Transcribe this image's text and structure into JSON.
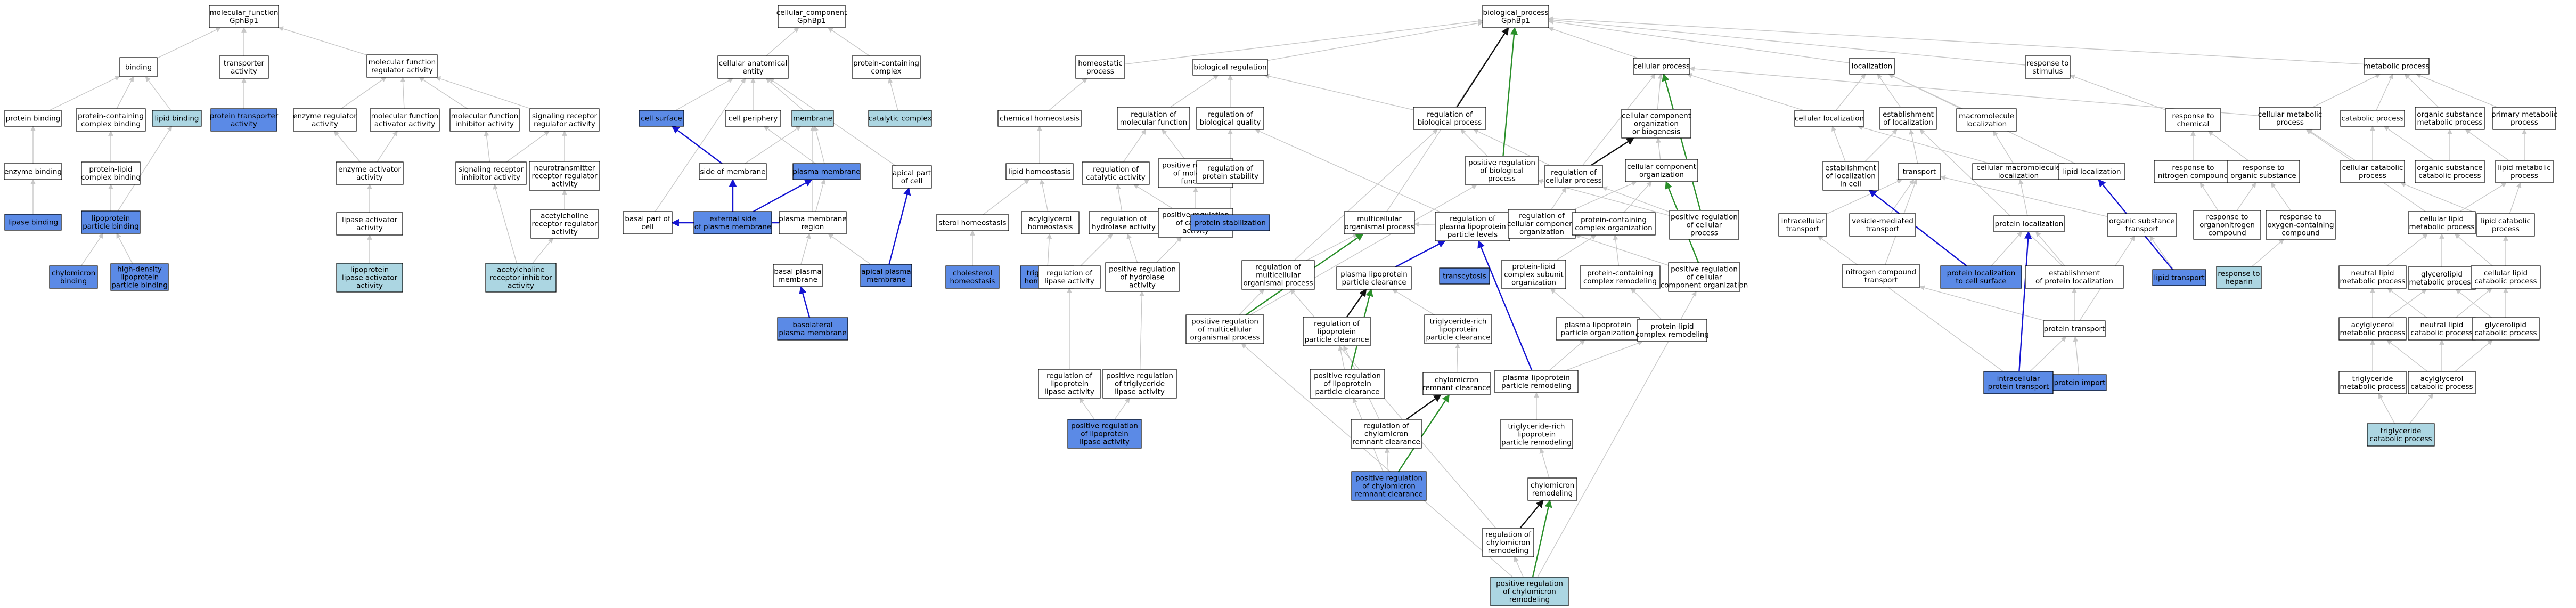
{
  "colors": {
    "plain": "#ffffff",
    "highlight_blue": "#5b8ae6",
    "highlight_cyan": "#acd6e2",
    "edge_grey": "#c8c8c8",
    "edge_green": "#2a8f2a",
    "edge_blue": "#1414d2",
    "edge_black": "#111111"
  },
  "nodes": [
    {
      "id": "mf",
      "label": [
        "molecular_function",
        "GphBp1"
      ],
      "style": "white"
    },
    {
      "id": "binding",
      "label": [
        "binding"
      ],
      "style": "white"
    },
    {
      "id": "transporter",
      "label": [
        "transporter",
        "activity"
      ],
      "style": "white"
    },
    {
      "id": "mfreg",
      "label": [
        "molecular function",
        "regulator activity"
      ],
      "style": "white"
    },
    {
      "id": "proteinbinding",
      "label": [
        "protein binding"
      ],
      "style": "white"
    },
    {
      "id": "pcbinding",
      "label": [
        "protein-containing",
        "complex binding"
      ],
      "style": "white"
    },
    {
      "id": "lipidbinding",
      "label": [
        "lipid binding"
      ],
      "style": "cyan"
    },
    {
      "id": "ptransporter",
      "label": [
        "protein transporter",
        "activity"
      ],
      "style": "blue"
    },
    {
      "id": "enzbinding",
      "label": [
        "enzyme binding"
      ],
      "style": "white"
    },
    {
      "id": "plcbinding",
      "label": [
        "protein-lipid",
        "complex binding"
      ],
      "style": "white"
    },
    {
      "id": "lipasebinding",
      "label": [
        "lipase binding"
      ],
      "style": "blue"
    },
    {
      "id": "lppbinding",
      "label": [
        "lipoprotein",
        "particle binding"
      ],
      "style": "blue"
    },
    {
      "id": "chylobinding",
      "label": [
        "chylomicron",
        "binding"
      ],
      "style": "blue"
    },
    {
      "id": "hdlbinding",
      "label": [
        "high-density",
        "lipoprotein",
        "particle binding"
      ],
      "style": "blue"
    },
    {
      "id": "enzreg",
      "label": [
        "enzyme regulator",
        "activity"
      ],
      "style": "white"
    },
    {
      "id": "mfact",
      "label": [
        "molecular function",
        "activator activity"
      ],
      "style": "white"
    },
    {
      "id": "mfinh",
      "label": [
        "molecular function",
        "inhibitor activity"
      ],
      "style": "white"
    },
    {
      "id": "sigrecreg",
      "label": [
        "signaling receptor",
        "regulator activity"
      ],
      "style": "white"
    },
    {
      "id": "enzact",
      "label": [
        "enzyme activator",
        "activity"
      ],
      "style": "white"
    },
    {
      "id": "sigrecinh",
      "label": [
        "signaling receptor",
        "inhibitor activity"
      ],
      "style": "white"
    },
    {
      "id": "neurorec",
      "label": [
        "neurotransmitter",
        "receptor regulator",
        "activity"
      ],
      "style": "white"
    },
    {
      "id": "lipaseact",
      "label": [
        "lipase activator",
        "activity"
      ],
      "style": "white"
    },
    {
      "id": "achreg",
      "label": [
        "acetylcholine",
        "receptor regulator",
        "activity"
      ],
      "style": "white"
    },
    {
      "id": "lpact",
      "label": [
        "lipoprotein",
        "lipase activator",
        "activity"
      ],
      "style": "cyan"
    },
    {
      "id": "achinh",
      "label": [
        "acetylcholine",
        "receptor inhibitor",
        "activity"
      ],
      "style": "cyan"
    },
    {
      "id": "cc",
      "label": [
        "cellular_component",
        "GphBp1"
      ],
      "style": "white"
    },
    {
      "id": "cae",
      "label": [
        "cellular anatomical",
        "entity"
      ],
      "style": "white"
    },
    {
      "id": "pccomplex",
      "label": [
        "protein-containing",
        "complex"
      ],
      "style": "white"
    },
    {
      "id": "cellsurface",
      "label": [
        "cell surface"
      ],
      "style": "blue"
    },
    {
      "id": "cellperiphery",
      "label": [
        "cell periphery"
      ],
      "style": "white"
    },
    {
      "id": "membrane",
      "label": [
        "membrane"
      ],
      "style": "cyan"
    },
    {
      "id": "catcomplex",
      "label": [
        "catalytic complex"
      ],
      "style": "cyan"
    },
    {
      "id": "sideofmem",
      "label": [
        "side of membrane"
      ],
      "style": "white"
    },
    {
      "id": "plasmamem",
      "label": [
        "plasma membrane"
      ],
      "style": "blue"
    },
    {
      "id": "apicalpart",
      "label": [
        "apical part",
        "of cell"
      ],
      "style": "white"
    },
    {
      "id": "basalpart",
      "label": [
        "basal part of",
        "cell"
      ],
      "style": "white"
    },
    {
      "id": "extside",
      "label": [
        "external side",
        "of plasma membrane"
      ],
      "style": "blue"
    },
    {
      "id": "pmregion",
      "label": [
        "plasma membrane",
        "region"
      ],
      "style": "white"
    },
    {
      "id": "basalpm",
      "label": [
        "basal plasma",
        "membrane"
      ],
      "style": "white"
    },
    {
      "id": "apicalpm",
      "label": [
        "apical plasma",
        "membrane"
      ],
      "style": "blue"
    },
    {
      "id": "basolatpm",
      "label": [
        "basolateral",
        "plasma membrane"
      ],
      "style": "blue"
    },
    {
      "id": "bp",
      "label": [
        "biological_process",
        "GphBp1"
      ],
      "style": "white"
    },
    {
      "id": "homeoproc",
      "label": [
        "homeostatic",
        "process"
      ],
      "style": "white"
    },
    {
      "id": "bioreg",
      "label": [
        "biological regulation"
      ],
      "style": "white"
    },
    {
      "id": "cellproc",
      "label": [
        "cellular process"
      ],
      "style": "white"
    },
    {
      "id": "localization",
      "label": [
        "localization"
      ],
      "style": "white"
    },
    {
      "id": "resstim",
      "label": [
        "response to",
        "stimulus"
      ],
      "style": "white"
    },
    {
      "id": "metproc",
      "label": [
        "metabolic process"
      ],
      "style": "white"
    },
    {
      "id": "chemhomeo",
      "label": [
        "chemical homeostasis"
      ],
      "style": "white"
    },
    {
      "id": "regmf",
      "label": [
        "regulation of",
        "molecular function"
      ],
      "style": "white"
    },
    {
      "id": "regbq",
      "label": [
        "regulation of",
        "biological quality"
      ],
      "style": "white"
    },
    {
      "id": "regbp",
      "label": [
        "regulation of",
        "biological process"
      ],
      "style": "white"
    },
    {
      "id": "ccorg",
      "label": [
        "cellular component",
        "organization",
        "or biogenesis"
      ],
      "style": "white"
    },
    {
      "id": "cellloc",
      "label": [
        "cellular localization"
      ],
      "style": "white"
    },
    {
      "id": "estloc",
      "label": [
        "establishment",
        "of localization"
      ],
      "style": "white"
    },
    {
      "id": "macroloc",
      "label": [
        "macromolecule",
        "localization"
      ],
      "style": "white"
    },
    {
      "id": "reschem",
      "label": [
        "response to",
        "chemical"
      ],
      "style": "white"
    },
    {
      "id": "cellmet",
      "label": [
        "cellular metabolic",
        "process"
      ],
      "style": "white"
    },
    {
      "id": "catproc",
      "label": [
        "catabolic process"
      ],
      "style": "white"
    },
    {
      "id": "orgsubmet",
      "label": [
        "organic substance",
        "metabolic process"
      ],
      "style": "white"
    },
    {
      "id": "primmet",
      "label": [
        "primary metabolic",
        "process"
      ],
      "style": "white"
    },
    {
      "id": "lipidhomeo",
      "label": [
        "lipid homeostasis"
      ],
      "style": "white"
    },
    {
      "id": "regcat",
      "label": [
        "regulation of",
        "catalytic activity"
      ],
      "style": "white"
    },
    {
      "id": "posregmf",
      "label": [
        "positive regulation",
        "of molecular",
        "function"
      ],
      "style": "white"
    },
    {
      "id": "regps",
      "label": [
        "regulation of",
        "protein stability"
      ],
      "style": "white"
    },
    {
      "id": "posregbp",
      "label": [
        "positive regulation",
        "of biological",
        "process"
      ],
      "style": "white"
    },
    {
      "id": "regcp",
      "label": [
        "regulation of",
        "cellular process"
      ],
      "style": "white"
    },
    {
      "id": "ccorgan",
      "label": [
        "cellular component",
        "organization"
      ],
      "style": "white"
    },
    {
      "id": "estloccell",
      "label": [
        "establishment",
        "of localization",
        "in cell"
      ],
      "style": "white"
    },
    {
      "id": "transport",
      "label": [
        "transport"
      ],
      "style": "white"
    },
    {
      "id": "cellmacroloc",
      "label": [
        "cellular macromolecule",
        "localization"
      ],
      "style": "white"
    },
    {
      "id": "lipidloc",
      "label": [
        "lipid localization"
      ],
      "style": "white"
    },
    {
      "id": "resnitro",
      "label": [
        "response to",
        "nitrogen compound"
      ],
      "style": "white"
    },
    {
      "id": "resorgsub",
      "label": [
        "response to",
        "organic substance"
      ],
      "style": "white"
    },
    {
      "id": "cellcat",
      "label": [
        "cellular catabolic",
        "process"
      ],
      "style": "white"
    },
    {
      "id": "orgsubcat",
      "label": [
        "organic substance",
        "catabolic process"
      ],
      "style": "white"
    },
    {
      "id": "lipidmet",
      "label": [
        "lipid metabolic",
        "process"
      ],
      "style": "white"
    },
    {
      "id": "sterolhomeo",
      "label": [
        "sterol homeostasis"
      ],
      "style": "white"
    },
    {
      "id": "acylglyhomeo",
      "label": [
        "acylglycerol",
        "homeostasis"
      ],
      "style": "white"
    },
    {
      "id": "reghydro",
      "label": [
        "regulation of",
        "hydrolase activity"
      ],
      "style": "white"
    },
    {
      "id": "posregcat",
      "label": [
        "positive regulation",
        "of catalytic",
        "activity"
      ],
      "style": "white"
    },
    {
      "id": "protstab",
      "label": [
        "protein stabilization"
      ],
      "style": "blue"
    },
    {
      "id": "multiorg",
      "label": [
        "multicellular",
        "organismal process"
      ],
      "style": "white"
    },
    {
      "id": "reglpplevels",
      "label": [
        "regulation of",
        "plasma lipoprotein",
        "particle levels"
      ],
      "style": "white"
    },
    {
      "id": "regccorg",
      "label": [
        "regulation of",
        "cellular component",
        "organization"
      ],
      "style": "white"
    },
    {
      "id": "pccorg",
      "label": [
        "protein-containing",
        "complex organization"
      ],
      "style": "white"
    },
    {
      "id": "posregcp",
      "label": [
        "positive regulation",
        "of cellular",
        "process"
      ],
      "style": "white"
    },
    {
      "id": "inttrans",
      "label": [
        "intracellular",
        "transport"
      ],
      "style": "white"
    },
    {
      "id": "vesicle",
      "label": [
        "vesicle-mediated",
        "transport"
      ],
      "style": "white"
    },
    {
      "id": "protloc",
      "label": [
        "protein localization"
      ],
      "style": "white"
    },
    {
      "id": "orgsubtrans",
      "label": [
        "organic substance",
        "transport"
      ],
      "style": "white"
    },
    {
      "id": "resorganonitro",
      "label": [
        "response to",
        "organonitrogen",
        "compound"
      ],
      "style": "white"
    },
    {
      "id": "resoxy",
      "label": [
        "response to",
        "oxygen-containing",
        "compound"
      ],
      "style": "white"
    },
    {
      "id": "cellipmet",
      "label": [
        "cellular lipid",
        "metabolic process"
      ],
      "style": "white"
    },
    {
      "id": "lipidcat",
      "label": [
        "lipid catabolic",
        "process"
      ],
      "style": "white"
    },
    {
      "id": "cholhomeo",
      "label": [
        "cholesterol",
        "homeostasis"
      ],
      "style": "blue"
    },
    {
      "id": "tghomeo",
      "label": [
        "triglyceride",
        "homeostasis"
      ],
      "style": "blue"
    },
    {
      "id": "reglipase",
      "label": [
        "regulation of",
        "lipase activity"
      ],
      "style": "white"
    },
    {
      "id": "posreghydro",
      "label": [
        "positive regulation",
        "of hydrolase",
        "activity"
      ],
      "style": "white"
    },
    {
      "id": "regmultiorg",
      "label": [
        "regulation of",
        "multicellular",
        "organismal process"
      ],
      "style": "white"
    },
    {
      "id": "plppclear",
      "label": [
        "plasma lipoprotein",
        "particle clearance"
      ],
      "style": "white"
    },
    {
      "id": "transcytosis",
      "label": [
        "transcytosis"
      ],
      "style": "blue"
    },
    {
      "id": "plcsubunit",
      "label": [
        "protein-lipid",
        "complex subunit",
        "organization"
      ],
      "style": "white"
    },
    {
      "id": "pcremodel",
      "label": [
        "protein-containing",
        "complex remodeling"
      ],
      "style": "white"
    },
    {
      "id": "posregccorg",
      "label": [
        "positive regulation",
        "of cellular",
        "component organization"
      ],
      "style": "white"
    },
    {
      "id": "nitrotrans",
      "label": [
        "nitrogen compound",
        "transport"
      ],
      "style": "white"
    },
    {
      "id": "protloccs",
      "label": [
        "protein localization",
        "to cell surface"
      ],
      "style": "blue"
    },
    {
      "id": "estprotloc",
      "label": [
        "establishment",
        "of protein localization"
      ],
      "style": "white"
    },
    {
      "id": "lipidtrans",
      "label": [
        "lipid transport"
      ],
      "style": "blue"
    },
    {
      "id": "resheparin",
      "label": [
        "response to",
        "heparin"
      ],
      "style": "cyan"
    },
    {
      "id": "neutlipmet",
      "label": [
        "neutral lipid",
        "metabolic process"
      ],
      "style": "white"
    },
    {
      "id": "glycerolipmet",
      "label": [
        "glycerolipid",
        "metabolic process"
      ],
      "style": "white"
    },
    {
      "id": "cellipcat",
      "label": [
        "cellular lipid",
        "catabolic process"
      ],
      "style": "white"
    },
    {
      "id": "posregmultiorg",
      "label": [
        "positive regulation",
        "of multicellular",
        "organismal process"
      ],
      "style": "white"
    },
    {
      "id": "reglppclear",
      "label": [
        "regulation of",
        "lipoprotein",
        "particle clearance"
      ],
      "style": "white"
    },
    {
      "id": "tgrichclear",
      "label": [
        "triglyceride-rich",
        "lipoprotein",
        "particle clearance"
      ],
      "style": "white"
    },
    {
      "id": "plpporg",
      "label": [
        "plasma lipoprotein",
        "particle organization"
      ],
      "style": "white"
    },
    {
      "id": "plcremodel",
      "label": [
        "protein-lipid",
        "complex remodeling"
      ],
      "style": "white"
    },
    {
      "id": "prottrans",
      "label": [
        "protein transport"
      ],
      "style": "white"
    },
    {
      "id": "acylglymet",
      "label": [
        "acylglycerol",
        "metabolic process"
      ],
      "style": "white"
    },
    {
      "id": "neutlipcat",
      "label": [
        "neutral lipid",
        "catabolic process"
      ],
      "style": "white"
    },
    {
      "id": "glycerolipcat",
      "label": [
        "glycerolipid",
        "catabolic process"
      ],
      "style": "white"
    },
    {
      "id": "reglplipase",
      "label": [
        "regulation of",
        "lipoprotein",
        "lipase activity"
      ],
      "style": "white"
    },
    {
      "id": "posregtglipase",
      "label": [
        "positive regulation",
        "of triglyceride",
        "lipase activity"
      ],
      "style": "white"
    },
    {
      "id": "posreglppclear",
      "label": [
        "positive regulation",
        "of lipoprotein",
        "particle clearance"
      ],
      "style": "white"
    },
    {
      "id": "chyloremclear",
      "label": [
        "chylomicron",
        "remnant clearance"
      ],
      "style": "white"
    },
    {
      "id": "plppremodel",
      "label": [
        "plasma lipoprotein",
        "particle remodeling"
      ],
      "style": "white"
    },
    {
      "id": "intprottrans",
      "label": [
        "intracellular",
        "protein transport"
      ],
      "style": "blue"
    },
    {
      "id": "protimport",
      "label": [
        "protein import"
      ],
      "style": "blue"
    },
    {
      "id": "tgmet",
      "label": [
        "triglyceride",
        "metabolic process"
      ],
      "style": "white"
    },
    {
      "id": "acylglycat",
      "label": [
        "acylglycerol",
        "catabolic process"
      ],
      "style": "white"
    },
    {
      "id": "posreglplipase",
      "label": [
        "positive regulation",
        "of lipoprotein",
        "lipase activity"
      ],
      "style": "blue"
    },
    {
      "id": "regchyloremclear",
      "label": [
        "regulation of",
        "chylomicron",
        "remnant clearance"
      ],
      "style": "white"
    },
    {
      "id": "tgrichremodel",
      "label": [
        "triglyceride-rich",
        "lipoprotein",
        "particle remodeling"
      ],
      "style": "white"
    },
    {
      "id": "tgcat",
      "label": [
        "triglyceride",
        "catabolic process"
      ],
      "style": "cyan"
    },
    {
      "id": "posregchyloremclear",
      "label": [
        "positive regulation",
        "of chylomicron",
        "remnant clearance"
      ],
      "style": "blue"
    },
    {
      "id": "chyloremodel",
      "label": [
        "chylomicron",
        "remodeling"
      ],
      "style": "white"
    },
    {
      "id": "regchyloremodel",
      "label": [
        "regulation of",
        "chylomicron",
        "remodeling"
      ],
      "style": "white"
    },
    {
      "id": "posregchyloremodel",
      "label": [
        "positive regulation",
        "of chylomicron",
        "remodeling"
      ],
      "style": "cyan"
    }
  ]
}
